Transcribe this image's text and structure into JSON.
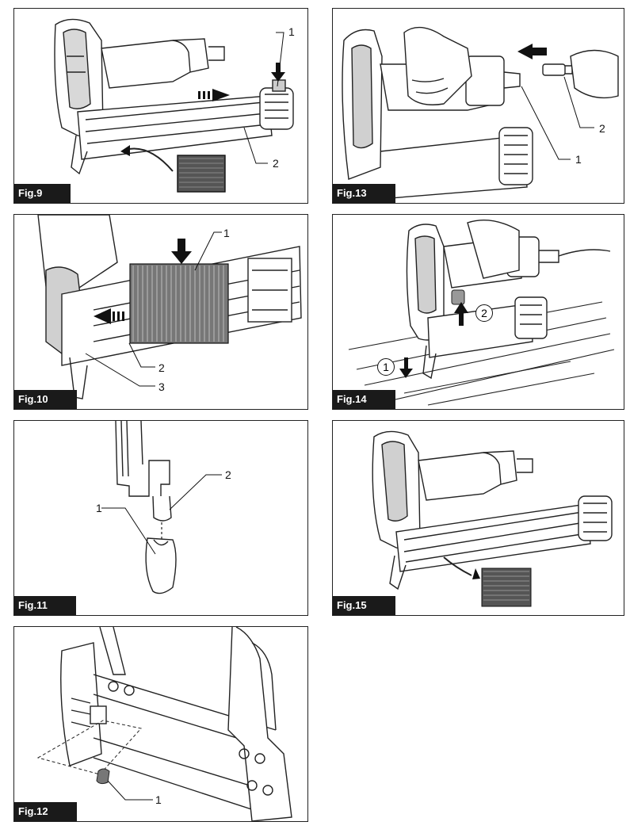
{
  "figures": {
    "fig9": {
      "label": "Fig.9",
      "callouts": [
        "1",
        "2"
      ]
    },
    "fig10": {
      "label": "Fig.10",
      "callouts": [
        "1",
        "2",
        "3"
      ]
    },
    "fig11": {
      "label": "Fig.11",
      "callouts": [
        "1",
        "2"
      ]
    },
    "fig12": {
      "label": "Fig.12",
      "callouts": [
        "1"
      ]
    },
    "fig13": {
      "label": "Fig.13",
      "callouts": [
        "1",
        "2"
      ]
    },
    "fig14": {
      "label": "Fig.14",
      "callouts": [
        "1",
        "2"
      ]
    },
    "fig15": {
      "label": "Fig.15",
      "callouts": []
    }
  }
}
